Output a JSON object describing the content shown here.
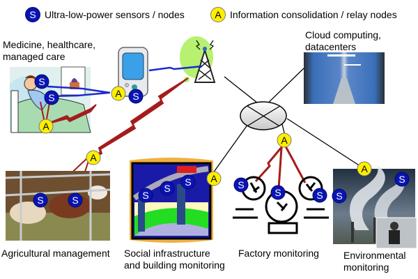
{
  "legend": {
    "sensor": {
      "symbol": "S",
      "label": "Ultra-low-power sensors / nodes"
    },
    "relay": {
      "symbol": "A",
      "label": "Information consolidation / relay nodes"
    }
  },
  "colors": {
    "sensor_node": "#0a14b4",
    "relay_node": "#ffee00",
    "wireless_link_red": "#a51c1c",
    "wireless_link_blue": "#1a2ad0",
    "wired_link": "#000000",
    "tower_glow": "#b8f070"
  },
  "labels": {
    "medicine": [
      "Medicine, healthcare,",
      "managed care"
    ],
    "cloud": [
      "Cloud computing,",
      "datacenters"
    ],
    "agriculture": [
      "Agricultural management"
    ],
    "infrastructure": [
      "Social infrastructure",
      "and building monitoring"
    ],
    "factory": [
      "Factory monitoring"
    ],
    "environment": [
      "Environmental",
      "monitoring"
    ]
  },
  "node_symbols": {
    "sensor": "S",
    "relay": "A"
  }
}
